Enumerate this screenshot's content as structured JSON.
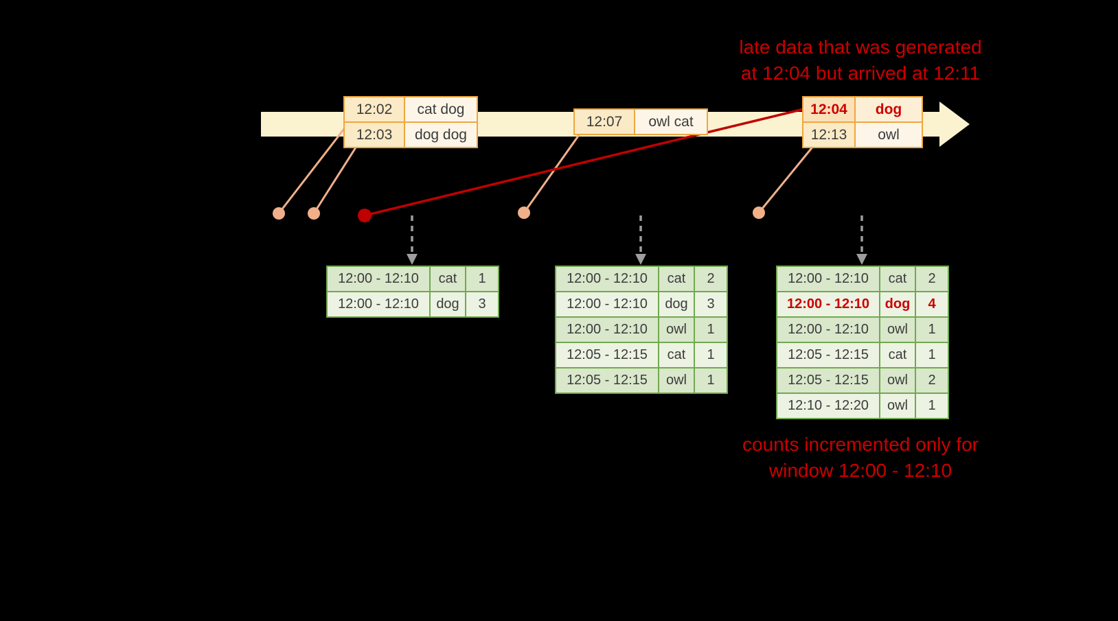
{
  "colors": {
    "background": "#000000",
    "annotation_red": "#cc0000",
    "late_red": "#c00000",
    "timeline_fill": "#fbf2d0",
    "event_border": "#efa63d",
    "event_time_bg": "#faeac6",
    "event_word_bg": "#fdf6e8",
    "late_time_bg": "#fbe1ba",
    "late_word_bg": "#fdefd6",
    "result_border": "#71a94f",
    "result_row_odd": "#d9e7cb",
    "result_row_even": "#ecf3e3",
    "table_text": "#3c3c3c",
    "dot_fill": "#f1b089",
    "arrow_gray": "#9e9e9e"
  },
  "annotations": {
    "late_data": {
      "line1": "late data that was generated",
      "line2": "at 12:04 but arrived at 12:11"
    },
    "counts": {
      "line1": "counts incremented only for",
      "line2": "window 12:00 - 12:10"
    }
  },
  "event_tables": [
    {
      "rows": [
        {
          "time": "12:02",
          "words": "cat dog"
        },
        {
          "time": "12:03",
          "words": "dog dog"
        }
      ]
    },
    {
      "rows": [
        {
          "time": "12:07",
          "words": "owl cat"
        }
      ]
    },
    {
      "rows": [
        {
          "time": "12:04",
          "words": "dog"
        },
        {
          "time": "12:13",
          "words": "owl"
        }
      ]
    }
  ],
  "result_tables": [
    {
      "rows": [
        {
          "window": "12:00 - 12:10",
          "word": "cat",
          "count": "1"
        },
        {
          "window": "12:00 - 12:10",
          "word": "dog",
          "count": "3"
        }
      ]
    },
    {
      "rows": [
        {
          "window": "12:00 - 12:10",
          "word": "cat",
          "count": "2"
        },
        {
          "window": "12:00 - 12:10",
          "word": "dog",
          "count": "3"
        },
        {
          "window": "12:00 - 12:10",
          "word": "owl",
          "count": "1"
        },
        {
          "window": "12:05 - 12:15",
          "word": "cat",
          "count": "1"
        },
        {
          "window": "12:05 - 12:15",
          "word": "owl",
          "count": "1"
        }
      ]
    },
    {
      "rows": [
        {
          "window": "12:00 - 12:10",
          "word": "cat",
          "count": "2"
        },
        {
          "window": "12:00 - 12:10",
          "word": "dog",
          "count": "4"
        },
        {
          "window": "12:00 - 12:10",
          "word": "owl",
          "count": "1"
        },
        {
          "window": "12:05 - 12:15",
          "word": "cat",
          "count": "1"
        },
        {
          "window": "12:05 - 12:15",
          "word": "owl",
          "count": "2"
        },
        {
          "window": "12:10 - 12:20",
          "word": "owl",
          "count": "1"
        }
      ]
    }
  ]
}
